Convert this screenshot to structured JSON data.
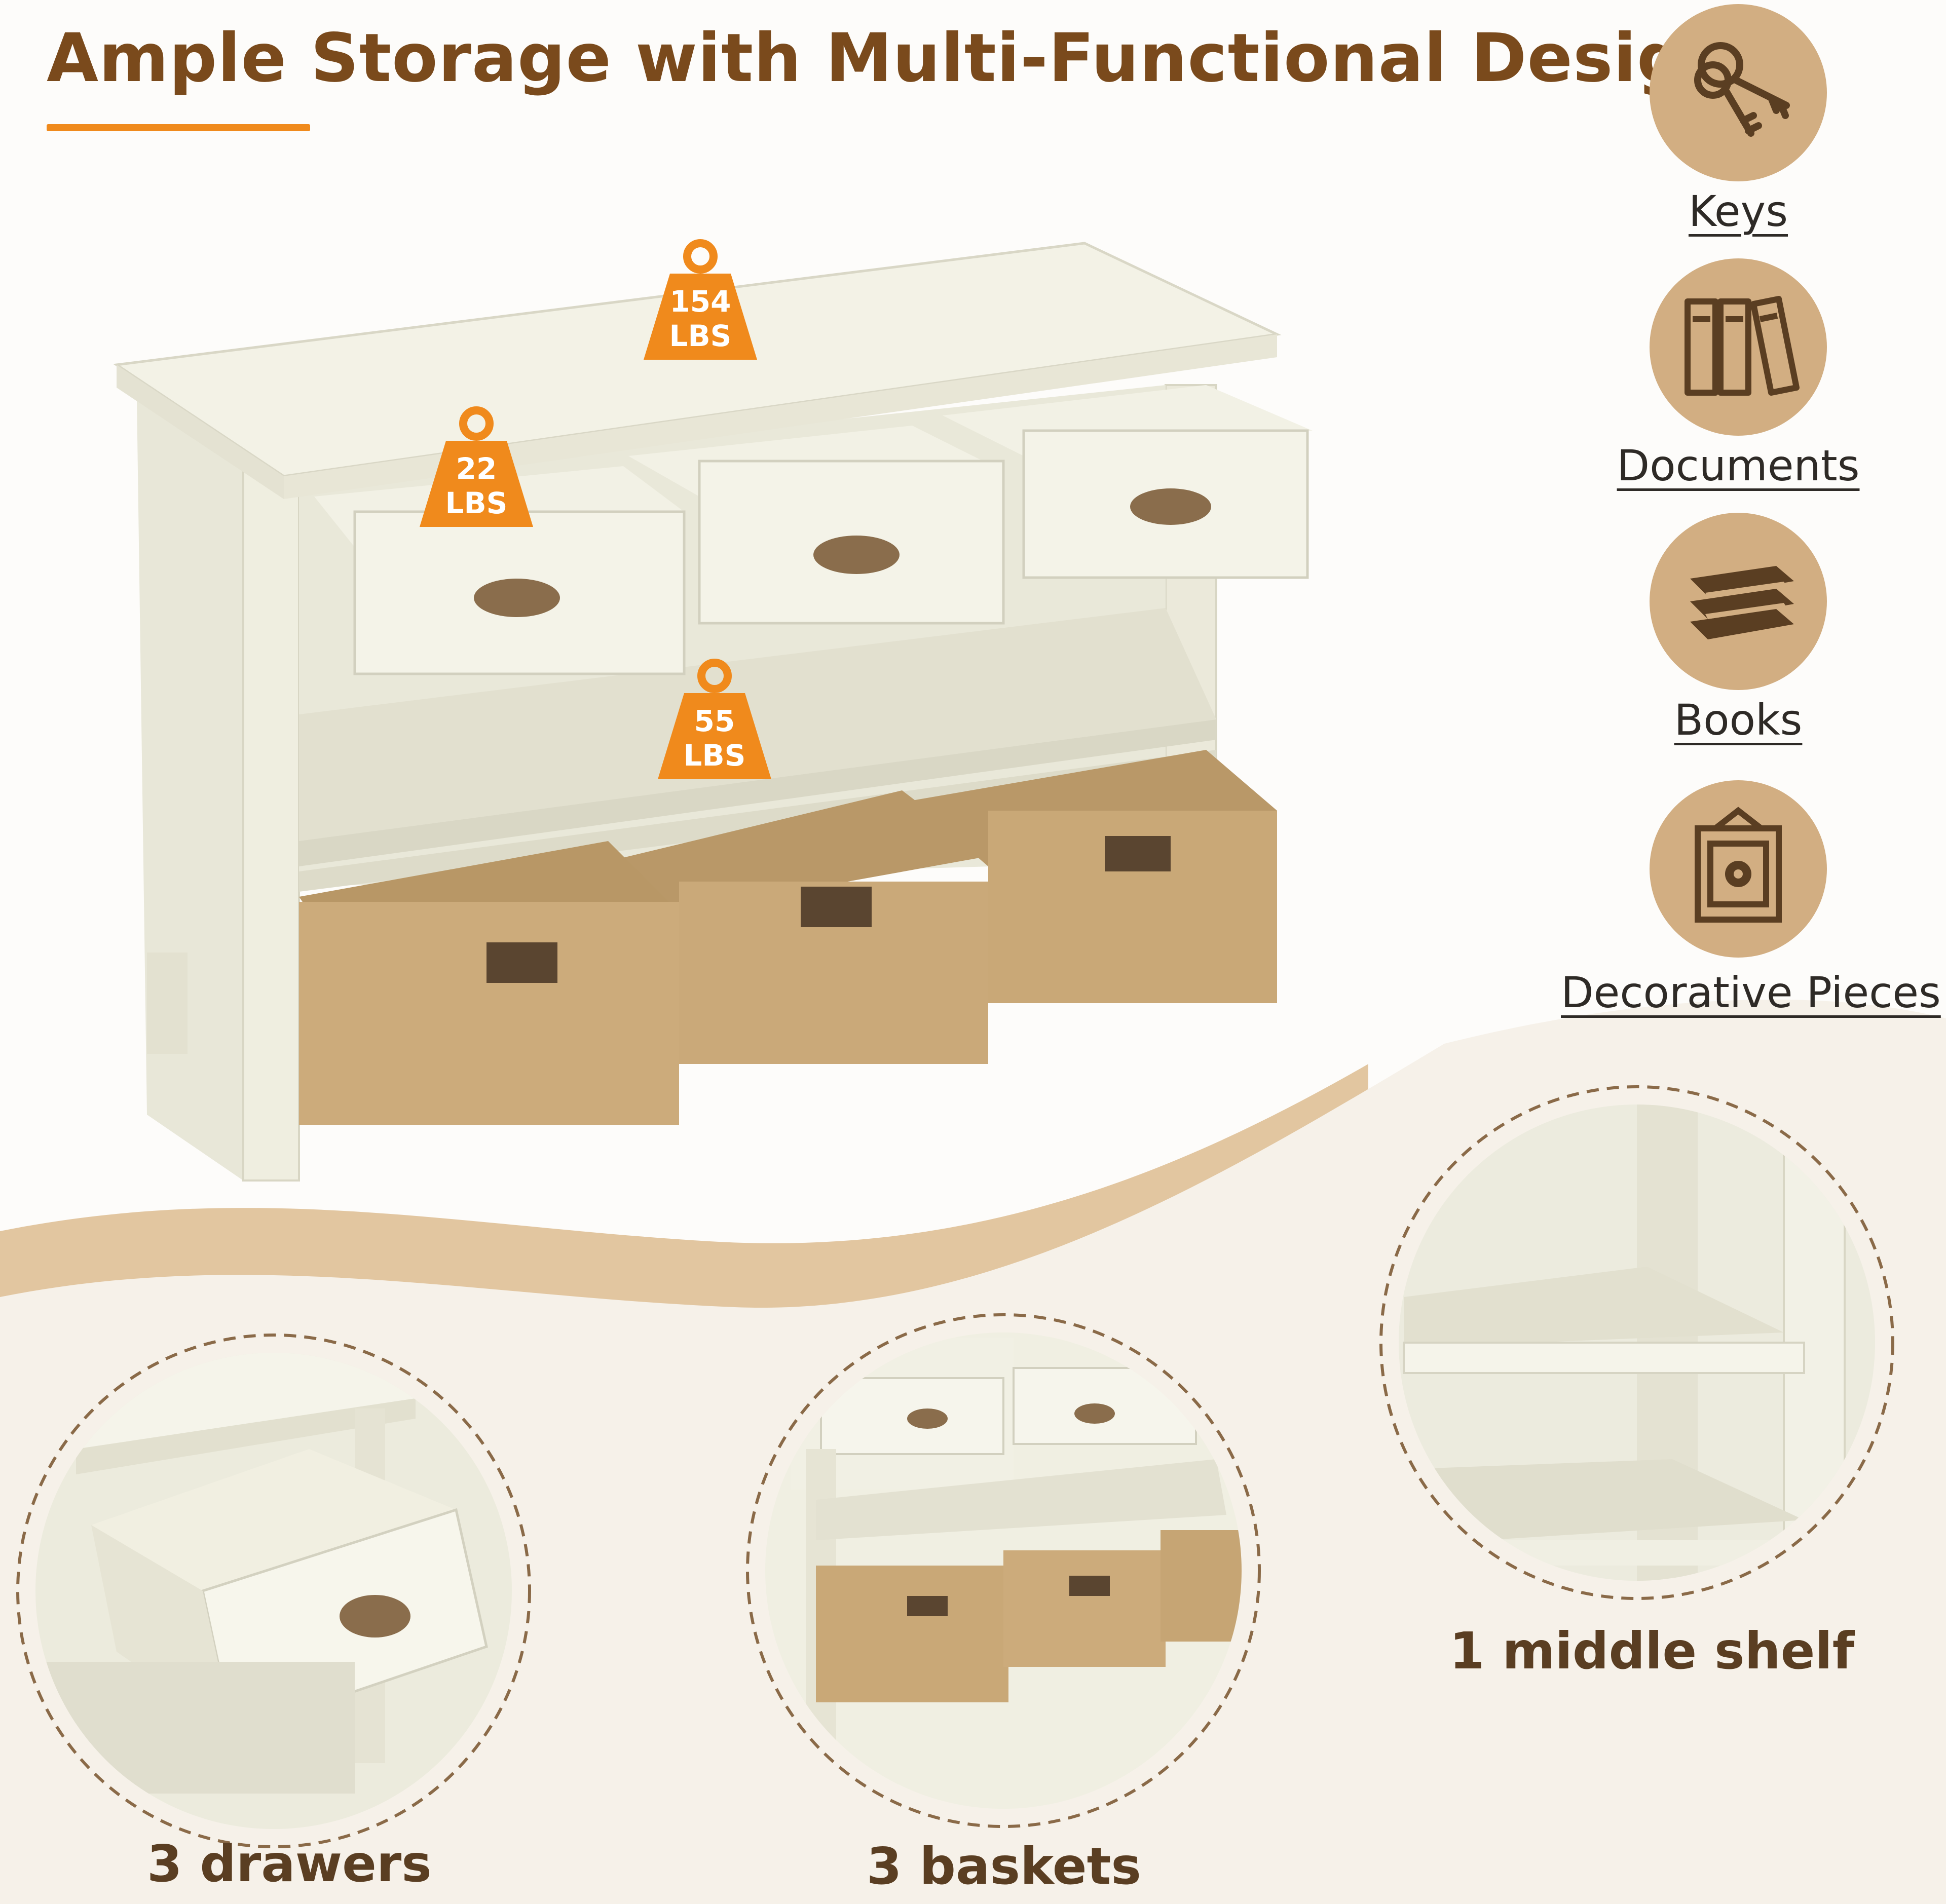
{
  "headline": "Ample Storage with Multi-Functional Design",
  "weights": {
    "top": {
      "value": "154",
      "unit": "LBS"
    },
    "drawer": {
      "value": "22",
      "unit": "LBS"
    },
    "shelf": {
      "value": "55",
      "unit": "LBS"
    }
  },
  "uses": [
    {
      "label": "Keys",
      "icon": "keys-icon"
    },
    {
      "label": "Documents",
      "icon": "binders-icon"
    },
    {
      "label": "Books",
      "icon": "books-icon"
    },
    {
      "label": "Decorative Pieces",
      "icon": "picture-frame-icon"
    }
  ],
  "details": [
    {
      "label": "3 drawers"
    },
    {
      "label": "3 baskets"
    },
    {
      "label": "1 middle shelf"
    }
  ],
  "colors": {
    "headline": "#7a4a1c",
    "accent": "#f08a1c",
    "icon_circle": "#d2ae82",
    "wave": "#d8b88f",
    "furniture": "#efeee0"
  }
}
